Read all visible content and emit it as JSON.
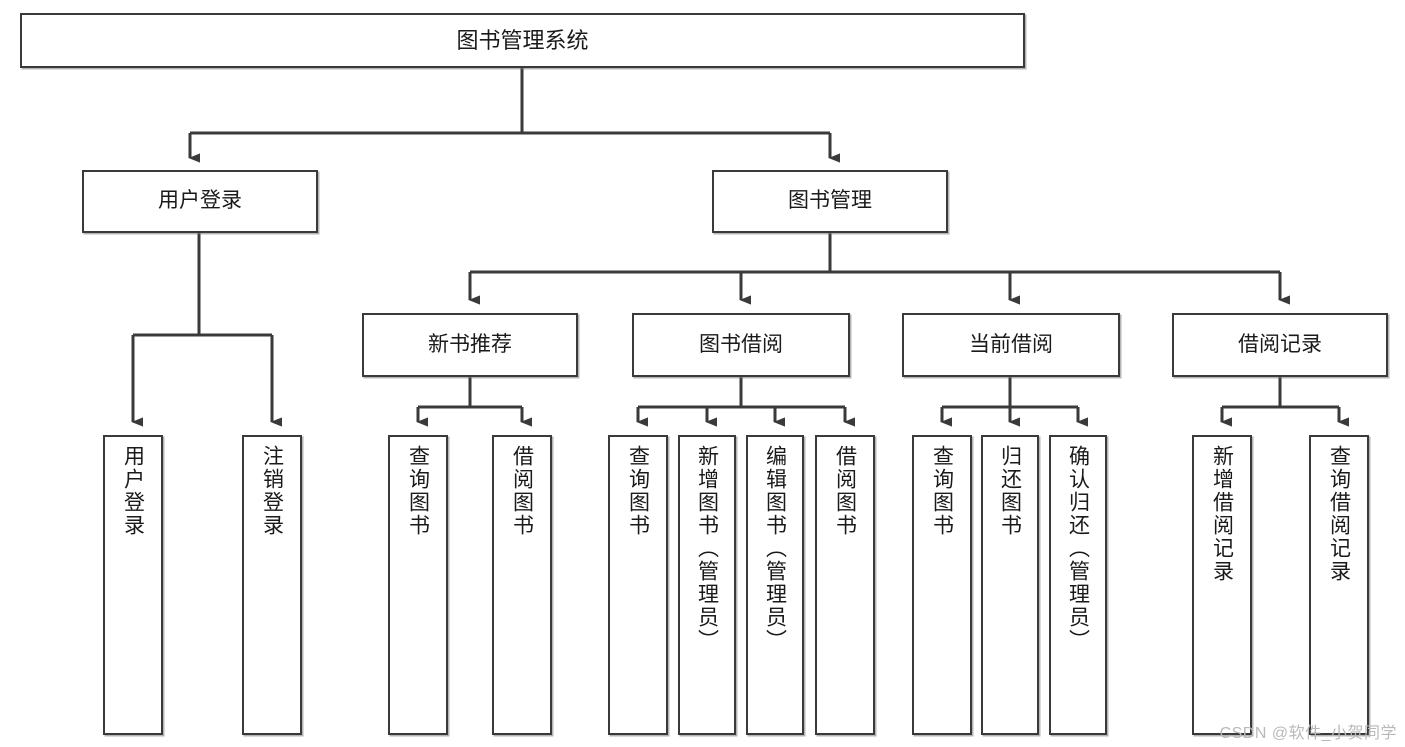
{
  "diagram": {
    "type": "tree-hierarchy-diagram",
    "title": "图书管理系统",
    "orientation": "top-down",
    "colors": {
      "box_border": "#3a3a3a",
      "box_fill": "#ffffff",
      "connector": "#3a3a3a",
      "text": "#1a1a1a",
      "watermark": "#b9b9b9"
    }
  },
  "root": {
    "label": "图书管理系统"
  },
  "level2": [
    {
      "label": "用户登录"
    },
    {
      "label": "图书管理"
    }
  ],
  "level3": [
    {
      "label": "新书推荐"
    },
    {
      "label": "图书借阅"
    },
    {
      "label": "当前借阅"
    },
    {
      "label": "借阅记录"
    }
  ],
  "leaves": {
    "user_login": [
      {
        "label": "用户登录"
      },
      {
        "label": "注销登录"
      }
    ],
    "new_book_recommend": [
      {
        "label": "查询图书"
      },
      {
        "label": "借阅图书"
      }
    ],
    "book_borrow": [
      {
        "label": "查询图书"
      },
      {
        "label": "新增图书（管理员）"
      },
      {
        "label": "编辑图书（管理员）"
      },
      {
        "label": "借阅图书"
      }
    ],
    "current_borrow": [
      {
        "label": "查询图书"
      },
      {
        "label": "归还图书"
      },
      {
        "label": "确认归还（管理员）"
      }
    ],
    "borrow_records": [
      {
        "label": "新增借阅记录"
      },
      {
        "label": "查询借阅记录"
      }
    ]
  },
  "watermark": {
    "text": "CSDN @软件_小贺同学"
  }
}
